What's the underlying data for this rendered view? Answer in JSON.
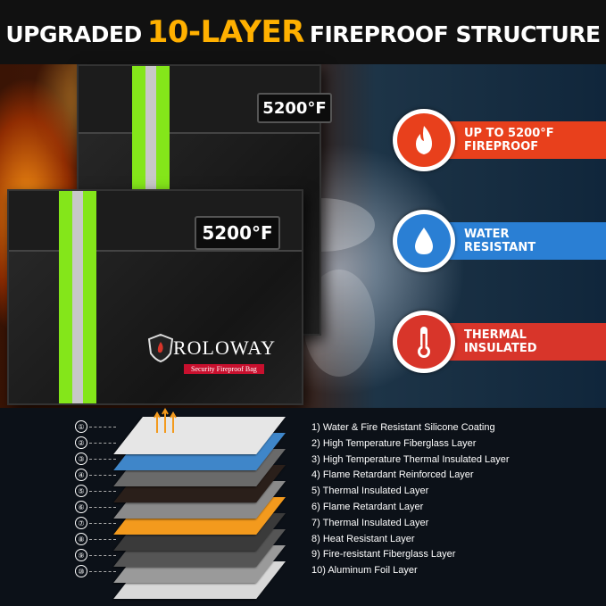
{
  "header": {
    "title_pre": "UPGRADED",
    "title_highlight": "10-LAYER",
    "title_post": "FIREPROOF STRUCTURE"
  },
  "bags": {
    "back_label": "5200°F",
    "front_label": "5200°F",
    "brand": "ROLOWAY",
    "brand_sub": "Security Fireproof Bag"
  },
  "features": [
    {
      "icon": "flame-icon",
      "line1": "UP TO 5200°F",
      "line2": "FIREPROOF",
      "color": "#e8401c"
    },
    {
      "icon": "water-drop-icon",
      "line1": "WATER",
      "line2": "RESISTANT",
      "color": "#2a7fd4"
    },
    {
      "icon": "thermometer-icon",
      "line1": "THERMAL",
      "line2": "INSULATED",
      "color": "#d8352a"
    }
  ],
  "layers": {
    "numbers": [
      "①",
      "②",
      "③",
      "④",
      "⑤",
      "⑥",
      "⑦",
      "⑧",
      "⑨",
      "⑩"
    ],
    "items": [
      "1) Water & Fire Resistant Silicone Coating",
      "2) High Temperature Fiberglass Layer",
      "3) High Temperature Thermal Insulated Layer",
      "4) Flame Retardant Reinforced Layer",
      "5) Thermal Insulated Layer",
      "6) Flame Retardant Layer",
      "7) Thermal Insulated Layer",
      "8) Heat Resistant Layer",
      "9) Fire-resistant Fiberglass Layer",
      "10) Aluminum Foil Layer"
    ],
    "colors": [
      "#e6e6e6",
      "#3f86c9",
      "#6a6a6a",
      "#2a1f1a",
      "#8a8a8a",
      "#f39a1d",
      "#3a3a3a",
      "#555555",
      "#9a9a9a",
      "#d8d8d8"
    ]
  }
}
